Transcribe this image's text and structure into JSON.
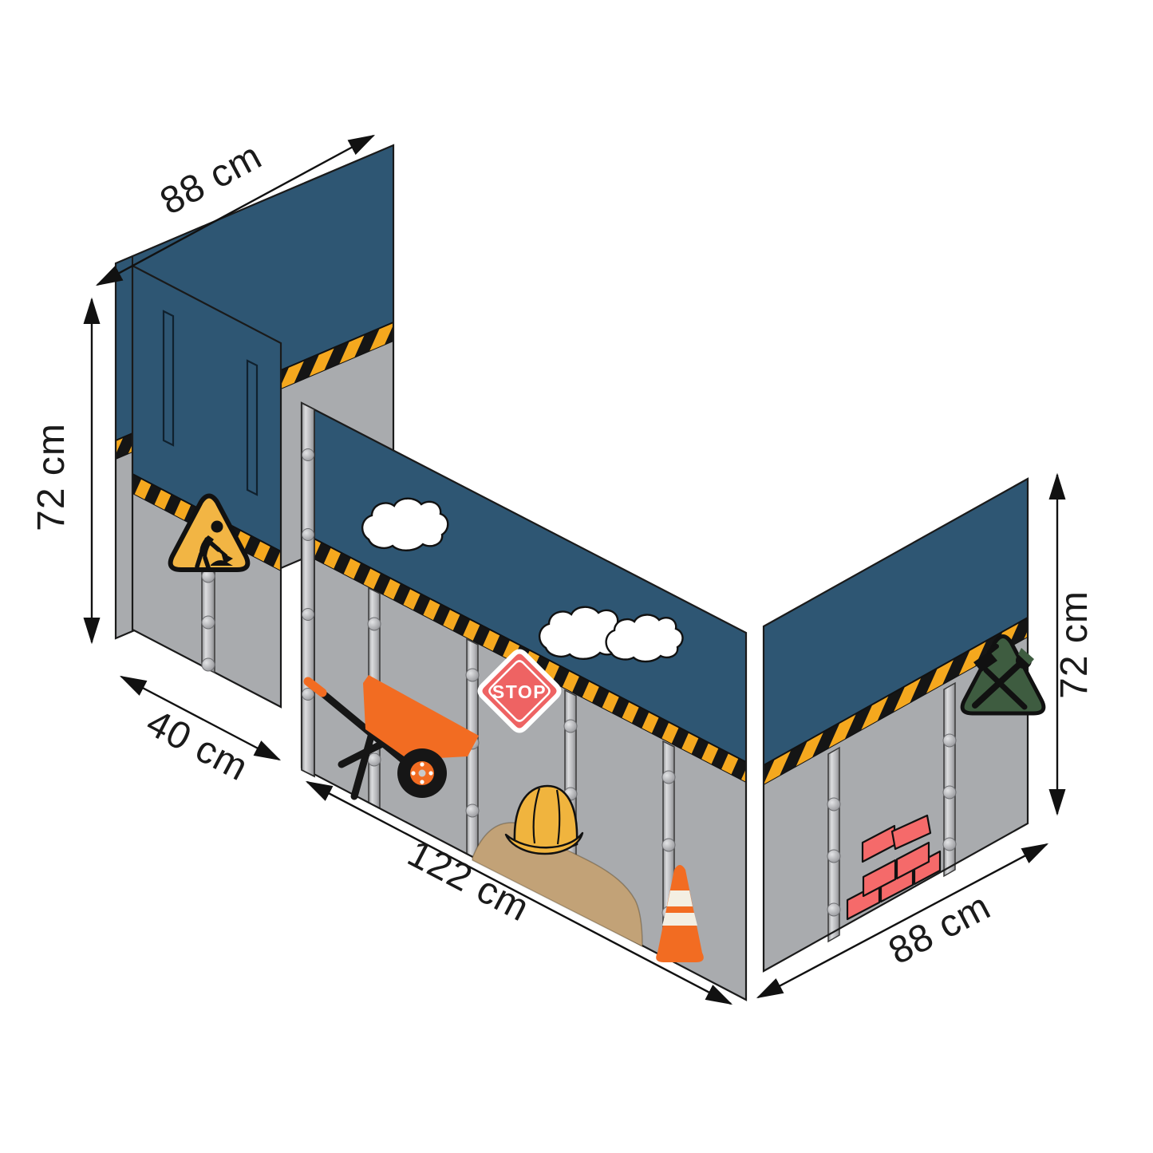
{
  "diagram": {
    "type": "isometric product dimension diagram",
    "dimensions": {
      "back_left_panel_width": "88 cm",
      "left_panel_height": "72 cm",
      "front_left_panel_width": "40 cm",
      "front_panel_width": "122 cm",
      "right_panel_bottom_width": "88 cm",
      "right_panel_height": "72 cm"
    },
    "signs": {
      "stop_sign_label": "STOP"
    },
    "icons": [
      "roadworks-sign-icon",
      "stop-sign-icon",
      "tools-sign-icon",
      "wheelbarrow-icon",
      "hard-hat-icon",
      "sand-pile-icon",
      "traffic-cone-icon",
      "bricks-icon",
      "cloud-icon",
      "hazard-stripe-band",
      "rivet-strip",
      "dimension-arrow"
    ],
    "colors": {
      "canopy_blue": "#2E5673",
      "panel_gray": "#A9ABAE",
      "hazard_orange": "#F5A81E",
      "stripe_black": "#151515",
      "accent_orange": "#F26C22",
      "sign_yellow": "#F2B544",
      "stop_red": "#EE6363",
      "brick_red": "#F56A6A",
      "sand_tan": "#C2A277",
      "sign_green": "#3E5C40",
      "outline_black": "#1A1A1A",
      "cloud_white": "#FFFFFF"
    }
  }
}
